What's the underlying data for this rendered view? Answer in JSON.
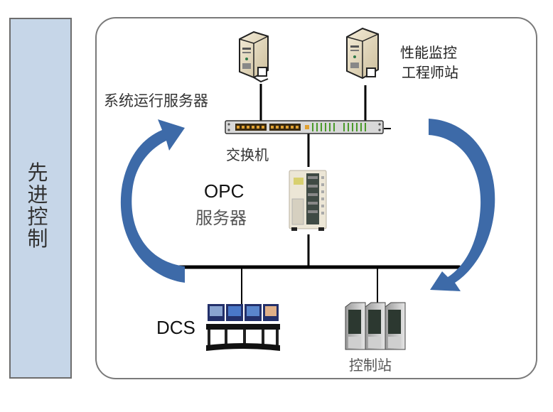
{
  "side_panel": {
    "label": "先\n进\n控\n制",
    "chars": [
      "先",
      "进",
      "控",
      "制"
    ],
    "fill_color": "#c6d6e8",
    "border_color": "#6d6d6d"
  },
  "diagram": {
    "nodes": {
      "system_server": {
        "label": "系统运行服务器",
        "icon": "server-tower-icon"
      },
      "monitor_station": {
        "label_line1": "性能监控",
        "label_line2": "工程师站",
        "icon": "server-tower-icon"
      },
      "switch": {
        "label": "交换机",
        "icon": "network-switch-icon"
      },
      "opc_server": {
        "label_line1": "OPC",
        "label_line2": "服务器",
        "icon": "rack-server-icon"
      },
      "dcs": {
        "label": "DCS",
        "icon": "operator-consoles-icon"
      },
      "control_station": {
        "label": "控制站",
        "icon": "control-cabinets-icon"
      }
    },
    "colors": {
      "arrow": "#3d6aa8",
      "line": "#000000",
      "frame_border": "#7a7a7a"
    },
    "arrows": [
      {
        "name": "left-cycle-arrow",
        "direction": "up-clockwise"
      },
      {
        "name": "right-cycle-arrow",
        "direction": "down-clockwise"
      }
    ]
  }
}
